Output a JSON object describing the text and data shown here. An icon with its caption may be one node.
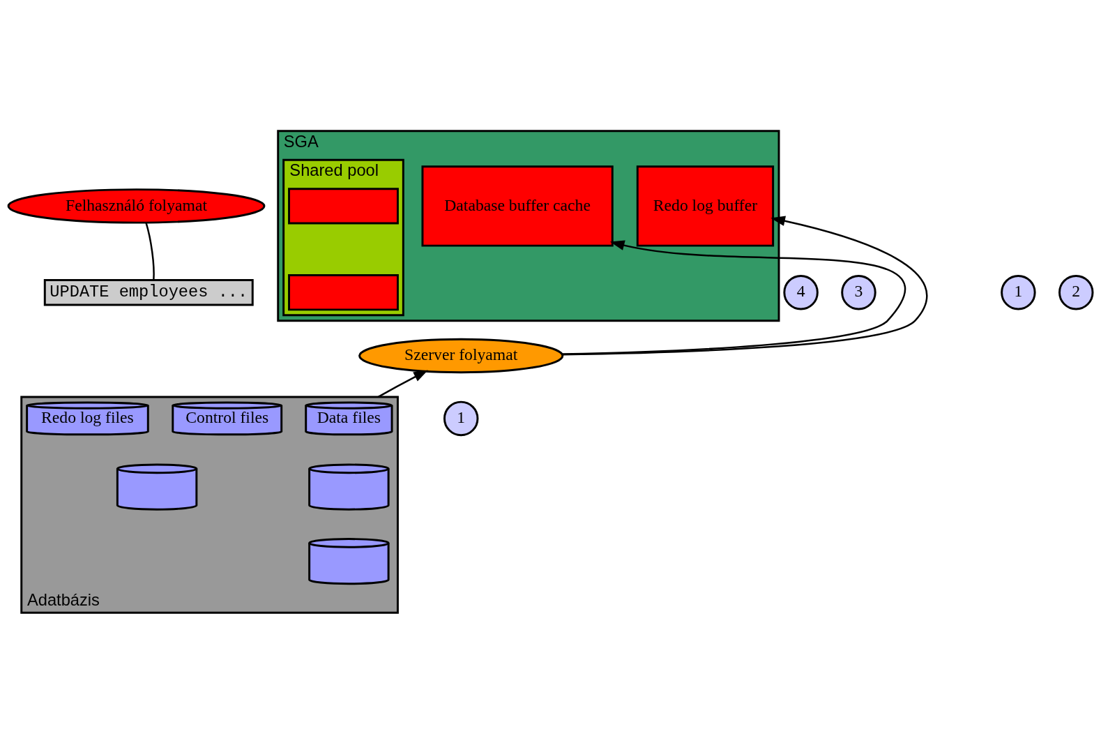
{
  "diagram": {
    "nodes": [
      {
        "text": [
          "Felhasználó folyamat"
        ]
      },
      {
        "text": [
          "SGA"
        ]
      },
      {
        "text": [
          "Database buffer cache"
        ],
        "in": 1
      },
      {
        "text": [
          "Redo log buffer"
        ],
        "in": 1
      },
      {
        "text": [
          "Shared pool"
        ],
        "in": 1
      },
      {
        "text": [],
        "shape": "box",
        "in": 4
      },
      {
        "text": [],
        "shape": "box",
        "in": 4
      },
      {
        "text": [
          "UPDATE employees ..."
        ]
      },
      {
        "text": [
          "4"
        ]
      },
      {
        "text": [
          "1"
        ]
      },
      {
        "text": [
          "2"
        ]
      },
      {
        "text": [
          "3"
        ]
      },
      {
        "text": [
          "Szerver folyamat"
        ]
      },
      {
        "text": [
          "Adatbázis"
        ]
      },
      {
        "text": [
          "Data files"
        ],
        "in": 13
      },
      {
        "text": [
          "Control files"
        ],
        "in": 13
      },
      {
        "text": [
          "Redo log files"
        ],
        "in": 13
      },
      {
        "text": [],
        "shape": "cylinder",
        "in": 13
      },
      {
        "text": [],
        "shape": "cylinder",
        "in": 13
      },
      {
        "text": [],
        "shape": "cylinder",
        "in": 13
      },
      {
        "text": [
          "1"
        ]
      }
    ],
    "edges": [
      {
        "from": 0,
        "to": 7,
        "arrow": "none"
      },
      {
        "from": 13,
        "to": 12,
        "arrow": "to"
      },
      {
        "from": 12,
        "to": 2,
        "arrow": "to"
      },
      {
        "from": 12,
        "to": 3,
        "arrow": "to"
      }
    ]
  }
}
